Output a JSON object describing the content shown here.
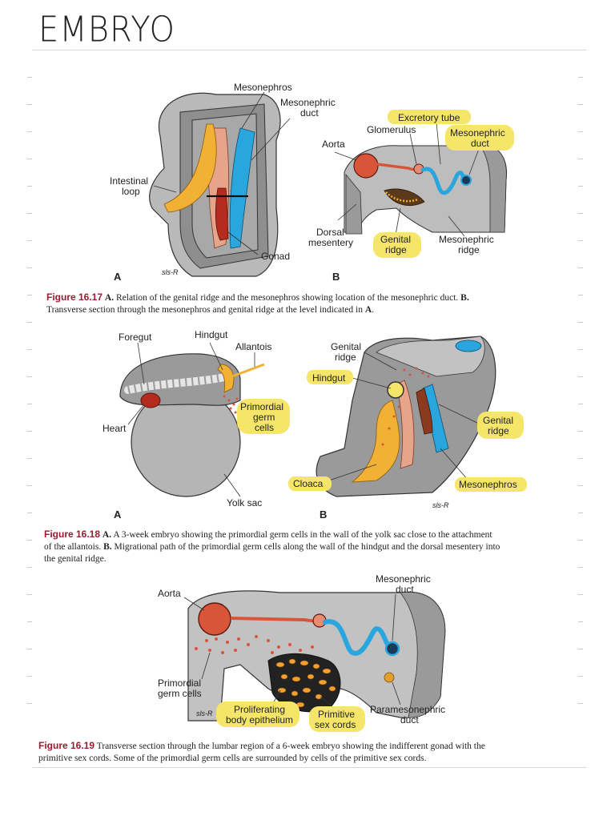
{
  "page": {
    "title": "EMBRYO"
  },
  "fig17": {
    "panelA": {
      "letter": "A",
      "labels": {
        "mesonephros": "Mesonephros",
        "mesonephric_duct_1": "Mesonephric",
        "mesonephric_duct_2": "duct",
        "intestinal_1": "Intestinal",
        "intestinal_2": "loop",
        "gonad": "Gonad"
      },
      "signature": "sls-R"
    },
    "panelB": {
      "letter": "B",
      "labels": {
        "excretory_tube": "Excretory tube",
        "glomerulus": "Glomerulus",
        "mesonephric_duct_1": "Mesonephric",
        "mesonephric_duct_2": "duct",
        "aorta": "Aorta",
        "dorsal_1": "Dorsal",
        "dorsal_2": "mesentery",
        "genital_1": "Genital",
        "genital_2": "ridge",
        "meso_ridge_1": "Mesonephric",
        "meso_ridge_2": "ridge"
      }
    },
    "caption": {
      "num": "Figure 16.17",
      "a": "A.",
      "text_a": " Relation of the genital ridge and the mesonephros showing location of the mesonephric duct. ",
      "b": "B.",
      "text_b": "Transverse section through the mesonephros and genital ridge at the level indicated in ",
      "ref": "A",
      "end": "."
    }
  },
  "fig18": {
    "panelA": {
      "letter": "A",
      "labels": {
        "foregut": "Foregut",
        "hindgut": "Hindgut",
        "allantois": "Allantois",
        "primordial_1": "Primordial",
        "primordial_2": "germ",
        "primordial_3": "cells",
        "heart": "Heart",
        "yolk_sac": "Yolk sac"
      }
    },
    "panelB": {
      "letter": "B",
      "labels": {
        "genital_1": "Genital",
        "genital_2": "ridge",
        "hindgut": "Hindgut",
        "genital_r_1": "Genital",
        "genital_r_2": "ridge",
        "cloaca": "Cloaca",
        "mesonephros": "Mesonephros"
      },
      "signature": "sls-R"
    },
    "caption": {
      "num": "Figure 16.18",
      "a": "A.",
      "text_a": " A 3-week embryo showing the primordial germ cells in the wall of the yolk sac close to the attachment",
      "line2": "of the allantois. ",
      "b": "B.",
      "text_b": " Migrational path of the primordial germ cells along the wall of the hindgut and the dorsal mesentery into",
      "line3": "the genital ridge."
    }
  },
  "fig19": {
    "labels": {
      "aorta": "Aorta",
      "mesonephric_1": "Mesonephric",
      "mesonephric_2": "duct",
      "primordial_1": "Primordial",
      "primordial_2": "germ cells",
      "proliferating_1": "Proliferating",
      "proliferating_2": "body epithelium",
      "primitive_1": "Primitive",
      "primitive_2": "sex cords",
      "paramesonephric_1": "Paramesonephric",
      "paramesonephric_2": "duct"
    },
    "signature": "sls-R",
    "caption": {
      "num": "Figure 16.19",
      "text": " Transverse section through the lumbar region of a 6-week embryo showing the indifferent gonad with the",
      "line2": "primitive sex cords. Some of the primordial germ cells are surrounded by cells of the primitive sex cords."
    }
  },
  "colors": {
    "figure_red": "#9b1b30",
    "highlight": "#f5e66a",
    "mesonephric_blue": "#2aa6df",
    "aorta_red": "#d9553a",
    "gut_yellow": "#f2b134",
    "tissue_gray": "#bdbdbd"
  }
}
